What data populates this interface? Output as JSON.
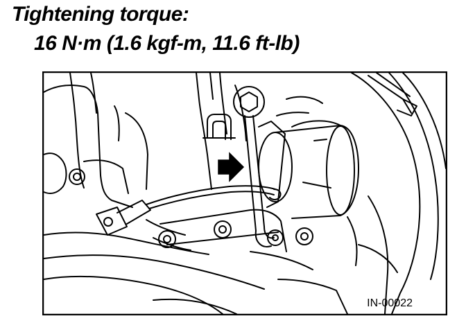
{
  "caption": {
    "line1": "Tightening torque:",
    "line2": "16 N·m (1.6 kgf-m, 11.6 ft-lb)"
  },
  "figure": {
    "id_label": "IN-00022",
    "arrow_icon": "arrow-right-icon",
    "line_color": "#000000",
    "background_color": "#ffffff"
  }
}
